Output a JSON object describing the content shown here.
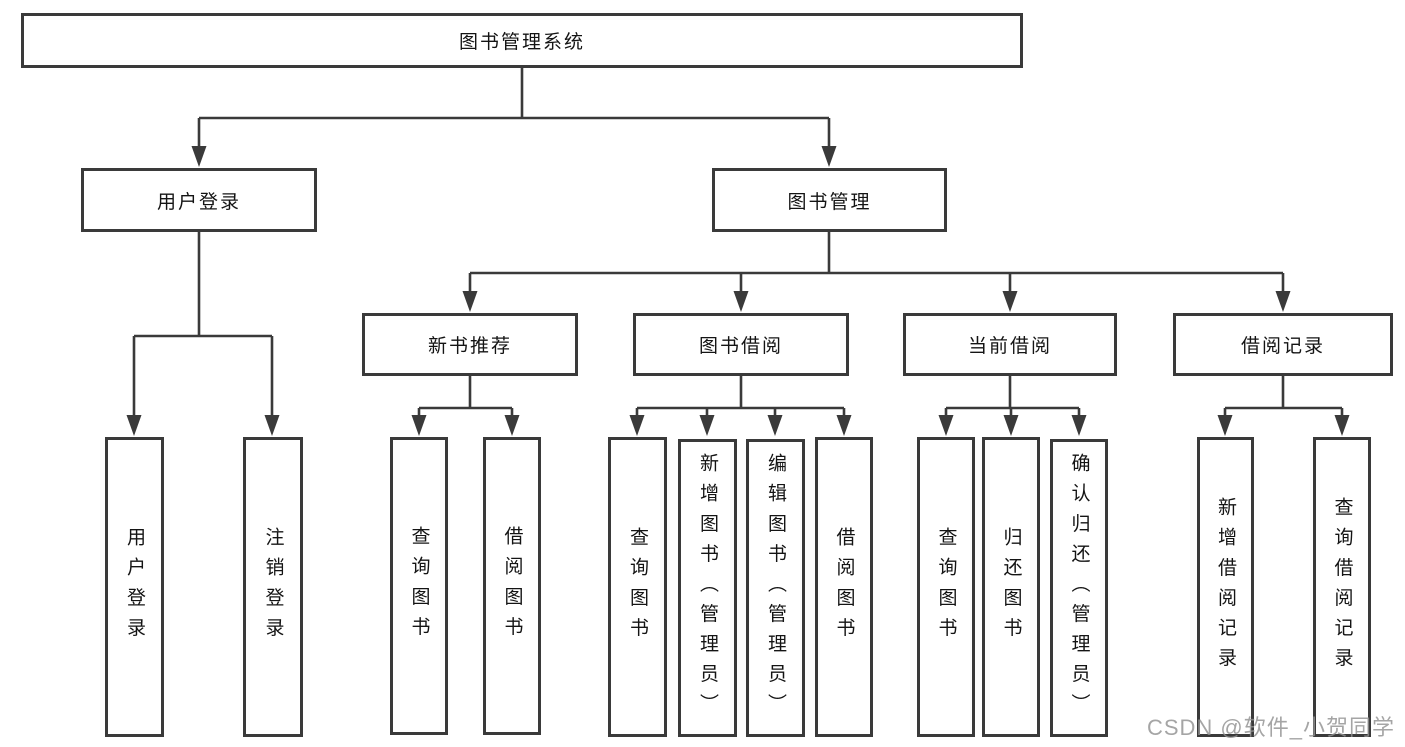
{
  "diagram": {
    "title": "图书管理系统",
    "branches": {
      "user_login": "用户登录",
      "book_mgmt": "图书管理"
    },
    "modules": {
      "new_book": "新书推荐",
      "borrow": "图书借阅",
      "current": "当前借阅",
      "records": "借阅记录"
    },
    "leaves": {
      "user_login": [
        "用户登录",
        "注销登录"
      ],
      "new_book": [
        "查询图书",
        "借阅图书"
      ],
      "borrow": [
        "查询图书",
        "新增图书（管理员）",
        "编辑图书（管理员）",
        "借阅图书"
      ],
      "current": [
        "查询图书",
        "归还图书",
        "确认归还（管理员）"
      ],
      "records": [
        "新增借阅记录",
        "查询借阅记录"
      ]
    }
  },
  "watermark": "CSDN @软件_小贺同学",
  "colors": {
    "line": "#3a3a3a",
    "text": "#141414",
    "background": "#ffffff",
    "watermark": "#919191"
  }
}
